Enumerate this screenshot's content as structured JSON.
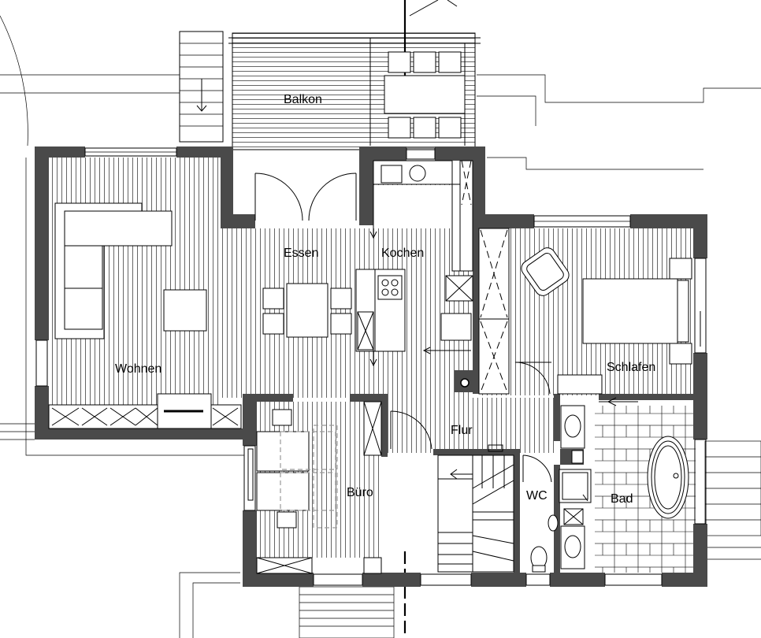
{
  "rooms": {
    "balkon": "Balkon",
    "essen": "Essen",
    "kochen": "Kochen",
    "wohnen": "Wohnen",
    "schlafen": "Schlafen",
    "flur": "Flur",
    "buero": "Büro",
    "wc": "WC",
    "bad": "Bad"
  },
  "colors": {
    "wall": "#4a4a4a",
    "line": "#000000",
    "background": "#ffffff"
  }
}
